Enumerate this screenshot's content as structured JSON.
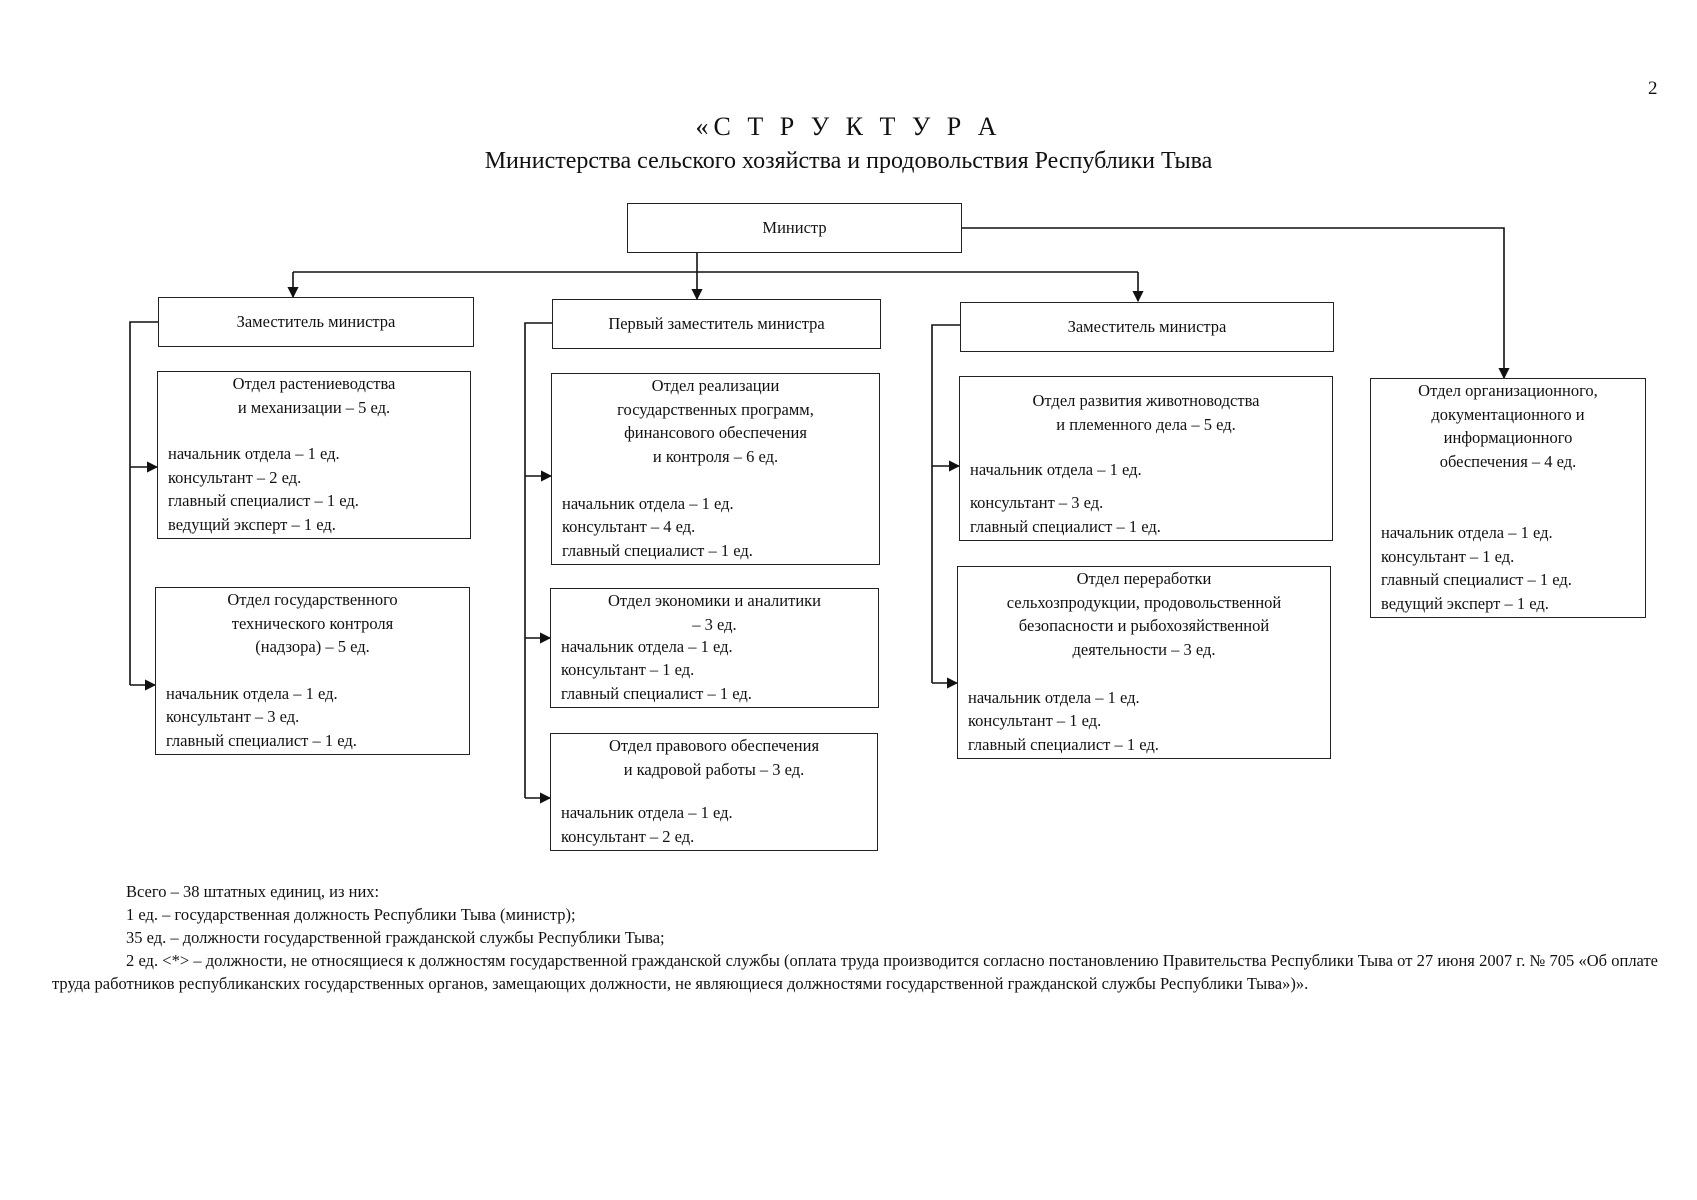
{
  "page_number": "2",
  "title": "«С Т Р У К Т У Р А",
  "subtitle": "Министерства сельского хозяйства и продовольствия Республики Тыва",
  "minister": "Министр",
  "deputy_left": "Заместитель министра",
  "deputy_first": "Первый заместитель министра",
  "deputy_right": "Заместитель министра",
  "dept_plant": {
    "title": "Отдел растениеводства\nи механизации – 5 ед.",
    "items": [
      "начальник отдела – 1 ед.",
      "консультант – 2 ед.",
      "главный специалист – 1 ед.",
      "ведущий эксперт – 1 ед."
    ]
  },
  "dept_tech": {
    "title": "Отдел государственного\nтехнического контроля\n(надзора) – 5 ед.",
    "items": [
      "начальник отдела – 1 ед.",
      "консультант – 3 ед.",
      "главный специалист – 1 ед."
    ]
  },
  "dept_programs": {
    "title": "Отдел реализации\nгосударственных программ,\nфинансового обеспечения\nи контроля – 6 ед.",
    "items": [
      "начальник отдела – 1 ед.",
      "консультант – 4 ед.",
      "главный специалист – 1 ед."
    ]
  },
  "dept_economics": {
    "title": "Отдел экономики и аналитики\n– 3 ед.",
    "items": [
      "начальник отдела – 1 ед.",
      "консультант – 1 ед.",
      "главный специалист – 1 ед."
    ]
  },
  "dept_legal": {
    "title": "Отдел правового обеспечения\nи кадровой работы – 3 ед.",
    "items": [
      "начальник отдела – 1 ед.",
      "консультант – 2 ед."
    ]
  },
  "dept_livestock": {
    "title": "Отдел развития животноводства\nи племенного дела – 5 ед.",
    "items": [
      "начальник отдела – 1 ед.",
      "консультант – 3 ед.",
      "главный специалист – 1 ед."
    ]
  },
  "dept_processing": {
    "title": "Отдел переработки\nсельхозпродукции, продовольственной\nбезопасности и рыбохозяйственной\nдеятельности – 3 ед.",
    "items": [
      "начальник отдела – 1 ед.",
      "консультант – 1 ед.",
      "главный специалист – 1 ед."
    ]
  },
  "dept_org": {
    "title": "Отдел организационного,\nдокументационного и\nинформационного\nобеспечения – 4 ед.",
    "items": [
      "начальник отдела – 1 ед.",
      "консультант – 1 ед.",
      "главный специалист – 1 ед.",
      "ведущий эксперт – 1 ед."
    ]
  },
  "footer": {
    "total": "Всего – 38 штатных единиц, из них:",
    "line1": "1 ед. – государственная должность Республики Тыва (министр);",
    "line2": "35 ед. – должности государственной гражданской службы Республики Тыва;",
    "line3": "2 ед. <*> – должности, не относящиеся к должностям государственной гражданской службы (оплата труда производится согласно постановлению Правительства Республики Тыва от 27 июня 2007 г. № 705 «Об оплате труда работников республиканских государственных органов, замещающих должности, не являющиеся должностями государственной гражданской службы Республики Тыва»)»."
  }
}
